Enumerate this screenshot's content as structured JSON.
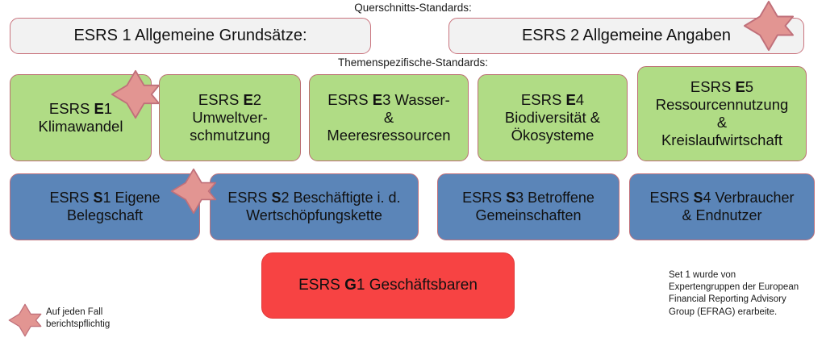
{
  "diagram": {
    "section_labels": {
      "cross_cutting": "Querschnitts-Standards:",
      "topical": "Themenspezifische-Standards:"
    },
    "cross_cutting_standards": [
      {
        "id": "esrs1",
        "prefix": "ESRS 1 Allgemeine Grundsätze:",
        "starred": false
      },
      {
        "id": "esrs2",
        "prefix": "ESRS 2 Allgemeine Angaben",
        "starred": true
      }
    ],
    "environment_standards": [
      {
        "id": "e1",
        "pre": "ESRS ",
        "code": "E",
        "post": "1",
        "lines": [
          "Klimawandel"
        ],
        "starred": true
      },
      {
        "id": "e2",
        "pre": "ESRS ",
        "code": "E",
        "post": "2",
        "lines": [
          "Umweltver-",
          "schmutzung"
        ],
        "starred": false
      },
      {
        "id": "e3",
        "pre": "ESRS ",
        "code": "E",
        "post": "3 Wasser-",
        "lines": [
          "&",
          "Meeresressourcen"
        ],
        "starred": false
      },
      {
        "id": "e4",
        "pre": "ESRS ",
        "code": "E",
        "post": "4",
        "lines": [
          "Biodiversität &",
          "Ökosysteme"
        ],
        "starred": false
      },
      {
        "id": "e5",
        "pre": "ESRS ",
        "code": "E",
        "post": "5",
        "lines": [
          "Ressourcennutzung",
          "&",
          "Kreislaufwirtschaft"
        ],
        "starred": false
      }
    ],
    "social_standards": [
      {
        "id": "s1",
        "pre": "ESRS ",
        "code": "S",
        "post": "1 Eigene",
        "lines": [
          "Belegschaft"
        ],
        "starred": true
      },
      {
        "id": "s2",
        "pre": "ESRS ",
        "code": "S",
        "post": "2 Beschäftigte i. d.",
        "lines": [
          "Wertschöpfungskette"
        ],
        "starred": false
      },
      {
        "id": "s3",
        "pre": "ESRS ",
        "code": "S",
        "post": "3 Betroffene",
        "lines": [
          "Gemeinschaften"
        ],
        "starred": false
      },
      {
        "id": "s4",
        "pre": "ESRS ",
        "code": "S",
        "post": "4 Verbraucher",
        "lines": [
          "& Endnutzer"
        ],
        "starred": false
      }
    ],
    "governance_standards": [
      {
        "id": "g1",
        "pre": "ESRS ",
        "code": "G",
        "post": "1 Geschäftsbaren",
        "lines": [],
        "starred": false
      }
    ],
    "note": "Set 1 wurde von\nExpertengruppen der European\nFinancial Reporting Advisory\nGroup (EFRAG) erarbeite.",
    "legend": {
      "star_label": "Auf jeden Fall\nberichtspflichtig"
    },
    "colors": {
      "gray_fill": "#F2F2F2",
      "green_fill": "#B0DC85",
      "blue_fill": "#5B85B8",
      "red_fill": "#F74343",
      "star_fill": "#E29592",
      "border": "#C0707A"
    }
  }
}
